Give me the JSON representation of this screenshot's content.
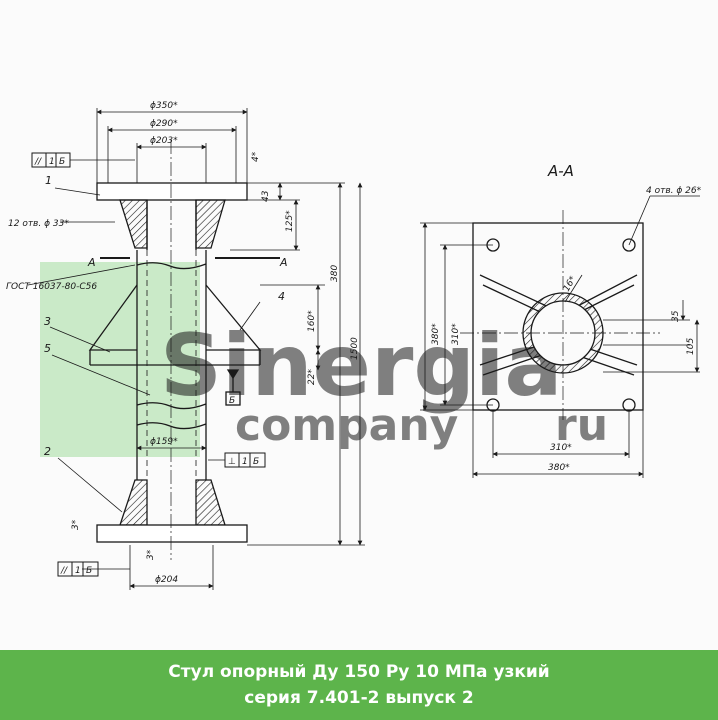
{
  "drawing": {
    "section_title": "А-А",
    "section_marks": [
      "А",
      "А"
    ],
    "dims_left": {
      "d350": "ϕ350*",
      "d290": "ϕ290*",
      "d203": "ϕ203*",
      "d159": "ϕ159*",
      "d204": "ϕ204",
      "v4top": "4*",
      "v43": "43",
      "v125": "125*",
      "v380": "380",
      "v1500": "1500",
      "v160": "160*",
      "v22": "22*",
      "v3a": "3*",
      "v3b": "3*",
      "holes12": "12 отв. ϕ 33*",
      "gost": "ГОСТ 16037-80-С56"
    },
    "dims_right": {
      "holes4": "4 отв. ϕ 26*",
      "h380": "380*",
      "h310": "310*",
      "w310": "310*",
      "w380": "380*",
      "v35": "35",
      "v105": "105",
      "d16": "16*"
    },
    "callouts": [
      "1",
      "2",
      "3",
      "4",
      "5"
    ],
    "tolerance_frames": {
      "top": [
        "//",
        "1",
        "Б"
      ],
      "mid": [
        "⊥",
        "1",
        "Б"
      ],
      "bottom": [
        "//",
        "1",
        "Б"
      ]
    },
    "datum": "Б"
  },
  "watermark": {
    "brand": "Sinergia",
    "sub": "company",
    "domain": "ru"
  },
  "caption": {
    "line1": "Стул опорный Ду 150 Ру 10 МПа узкий",
    "line2": "серия 7.401-2 выпуск 2"
  },
  "colors": {
    "caption_bg": "#5db44b",
    "watermark_green": "#38b44a",
    "watermark_grey": "#9a9a9a",
    "ink": "#1a1a1a"
  }
}
